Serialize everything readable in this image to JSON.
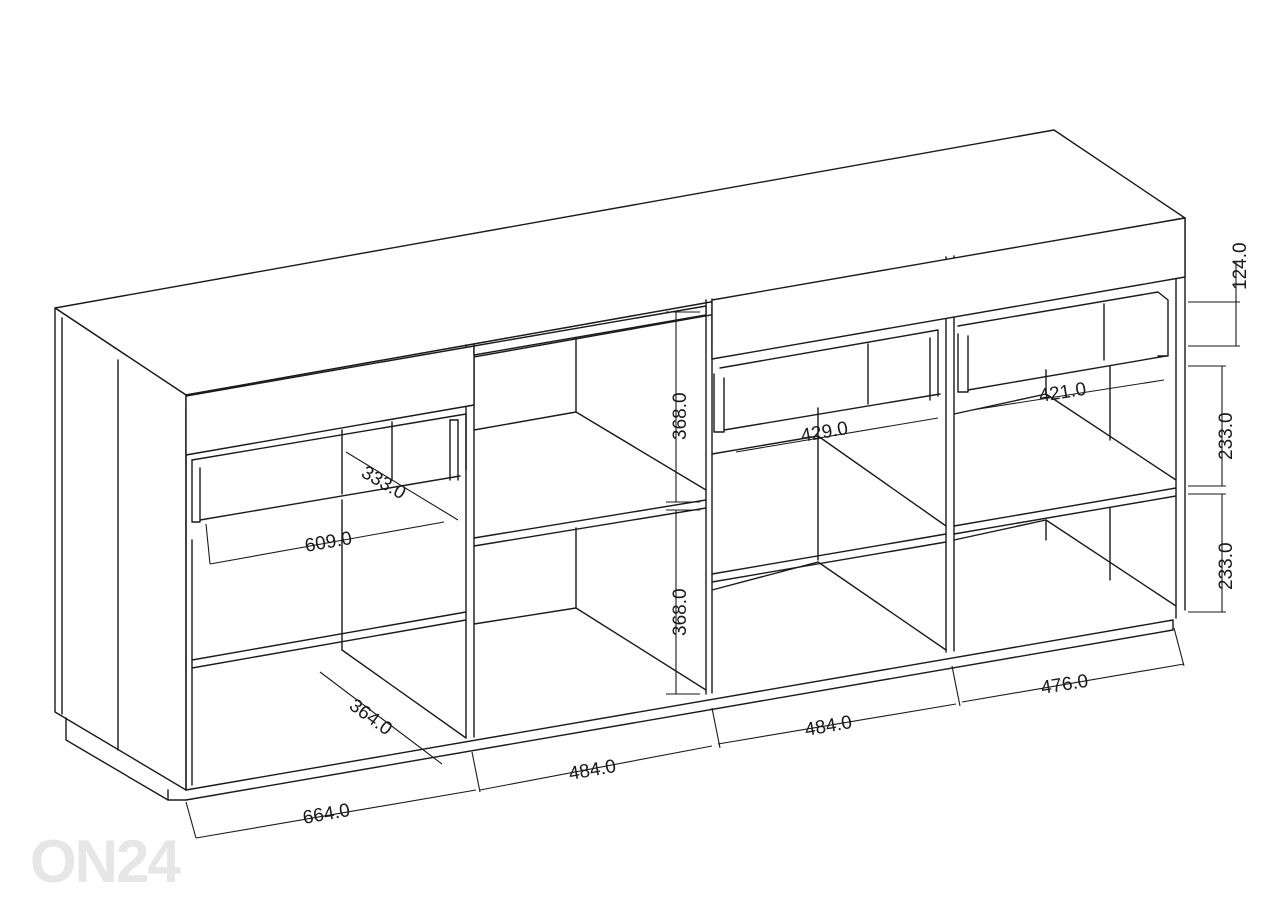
{
  "drawing": {
    "dimensions": {
      "overall_depth_top_drawer": "124.0",
      "shelf_height_right_upper": "233.0",
      "shelf_height_right_lower": "233.0",
      "shelf_height_center_upper": "368.0",
      "shelf_height_center_lower": "368.0",
      "drawer_depth_left": "333.0",
      "drawer_width_left": "609.0",
      "shelf_depth_left": "364.0",
      "drawer_width_center_right": "429.0",
      "drawer_width_right": "421.0",
      "width_section_1": "664.0",
      "width_section_2": "484.0",
      "width_section_3": "484.0",
      "width_section_4": "476.0"
    }
  },
  "watermark": {
    "text": "ON24"
  }
}
